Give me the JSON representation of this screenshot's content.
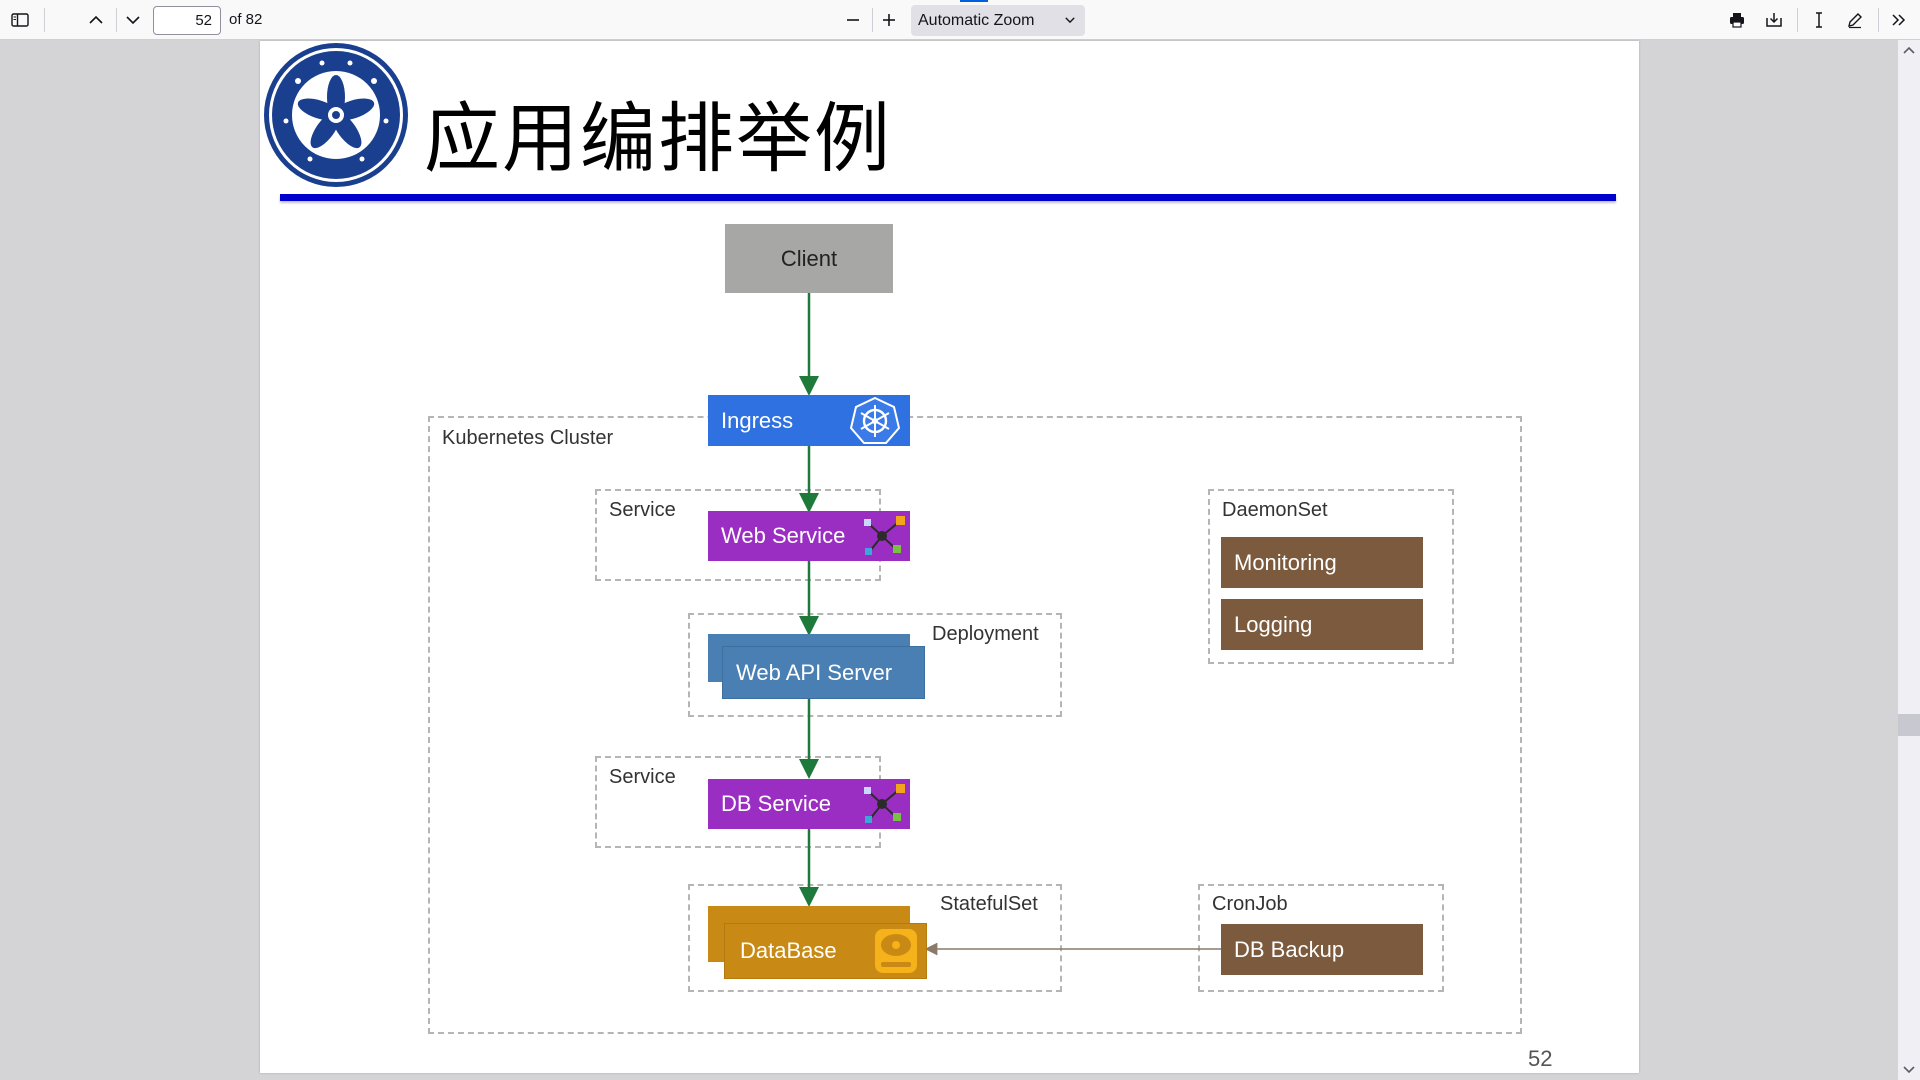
{
  "toolbar": {
    "page_current": "52",
    "page_total": "of 82",
    "zoom_label": "Automatic Zoom"
  },
  "slide": {
    "title": "应用编排举例",
    "page_number": "52"
  },
  "diagram": {
    "client": "Client",
    "ingress": "Ingress",
    "cluster_label": "Kubernetes Cluster",
    "service_label_1": "Service",
    "web_service": "Web Service",
    "deployment_label": "Deployment",
    "web_api_server": "Web API Server",
    "service_label_2": "Service",
    "db_service": "DB Service",
    "statefulset_label": "StatefulSet",
    "database": "DataBase",
    "daemonset_label": "DaemonSet",
    "monitoring": "Monitoring",
    "logging": "Logging",
    "cronjob_label": "CronJob",
    "db_backup": "DB Backup"
  },
  "colors": {
    "title_rule": "#0000cc",
    "ingress": "#2f71e0",
    "service": "#9b2ec2",
    "deployment": "#4a7fb3",
    "database": "#c88a14",
    "brown_jobs": "#7b5a3d",
    "arrow_green": "#1e7a3a"
  }
}
